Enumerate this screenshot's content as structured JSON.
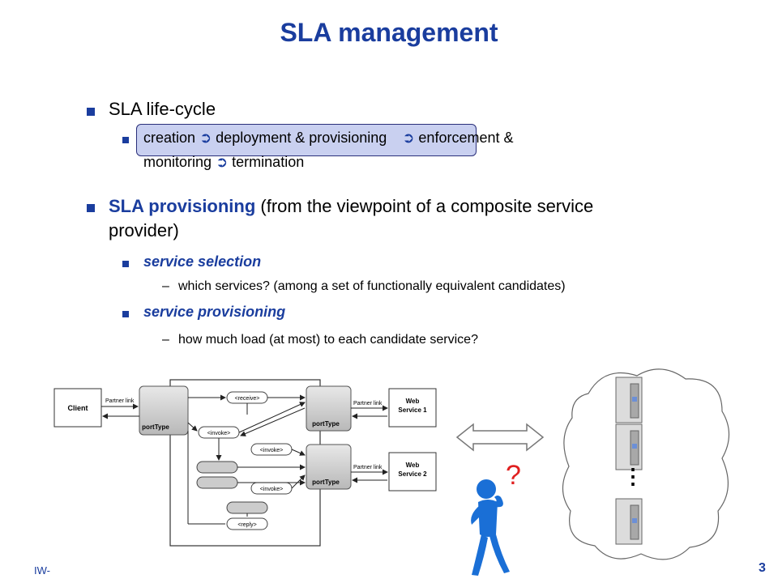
{
  "slide": {
    "title": "SLA management",
    "footer_left": "IW-",
    "page_number": "3"
  },
  "lifecycle": {
    "heading": "SLA life-cycle",
    "line1_creation": "creation",
    "arrow": "➲",
    "line1_deploy": "deployment & provisioning",
    "line1_enforce": "enforcement &",
    "line2_monitor": "monitoring",
    "line2_term": "termination"
  },
  "provisioning": {
    "heading_bold": "SLA provisioning",
    "heading_rest": "(from the viewpoint of a composite service",
    "heading_line2": "provider)",
    "selection_label": "service selection",
    "selection_detail": "which services? (among a set of functionally equivalent candidates)",
    "provisioning_label": "service provisioning",
    "provisioning_detail": "how much load (at most) to each candidate service?",
    "dash": "–"
  },
  "diagram": {
    "client": "Client",
    "partner_link": "Partner link",
    "port_type": "portType",
    "receive": "<receive>",
    "invoke": "<invoke>",
    "reply": "<reply>",
    "ws1_line1": "Web",
    "ws1_line2": "Service 1",
    "ws2_line1": "Web",
    "ws2_line2": "Service 2"
  },
  "illustration": {
    "question_mark": "?",
    "ellipsis": "⋮"
  },
  "colors": {
    "accent": "#1a3d9e",
    "highlight": "#c9d0f0",
    "question": "#e02020",
    "figure": "#1a6fd6"
  }
}
